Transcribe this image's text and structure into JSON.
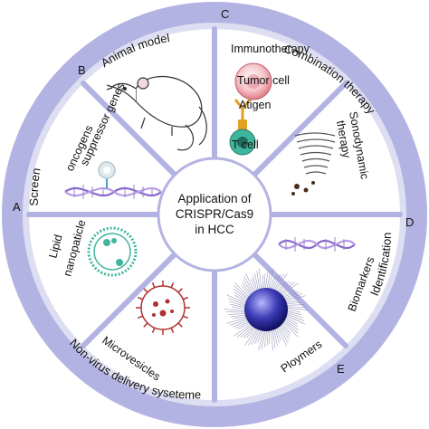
{
  "center": {
    "line1": "Application of",
    "line2": "CRISPR/Cas9",
    "line3": "in HCC"
  },
  "ring_categories": {
    "screen": "Screen",
    "animal_model": "Animal model",
    "combination_therapy": "Combination therapy",
    "identification": "Identification",
    "delivery": "Non-virus delivery syseteme"
  },
  "letters": {
    "a": "A",
    "b": "B",
    "c": "C",
    "d": "D",
    "e": "E"
  },
  "sections": {
    "oncogenes_line1": "oncogens",
    "oncogenes_line2": "suppressor genes",
    "immunotherapy": "Immunotherapy",
    "tumor_cell": "Tumor cell",
    "atigen": "Atigen",
    "t_cell": "T cell",
    "sonodynamic_line1": "Sonodynamic",
    "sonodynamic_line2": "therapy",
    "biomarkers": "Biomarkers",
    "ploymers": "Ploymers",
    "microvesicles": "Microvesicles",
    "lipid_line1": "Lipid",
    "lipid_line2": "nanopaticle"
  },
  "colors": {
    "outer_ring": "#b3b3e3",
    "inner_band": "#dedef2",
    "spokes": "#b3b3e3",
    "accent_purple": "#7a5cc2",
    "teal": "#3fb59d",
    "dark_red": "#8b1a1a"
  }
}
